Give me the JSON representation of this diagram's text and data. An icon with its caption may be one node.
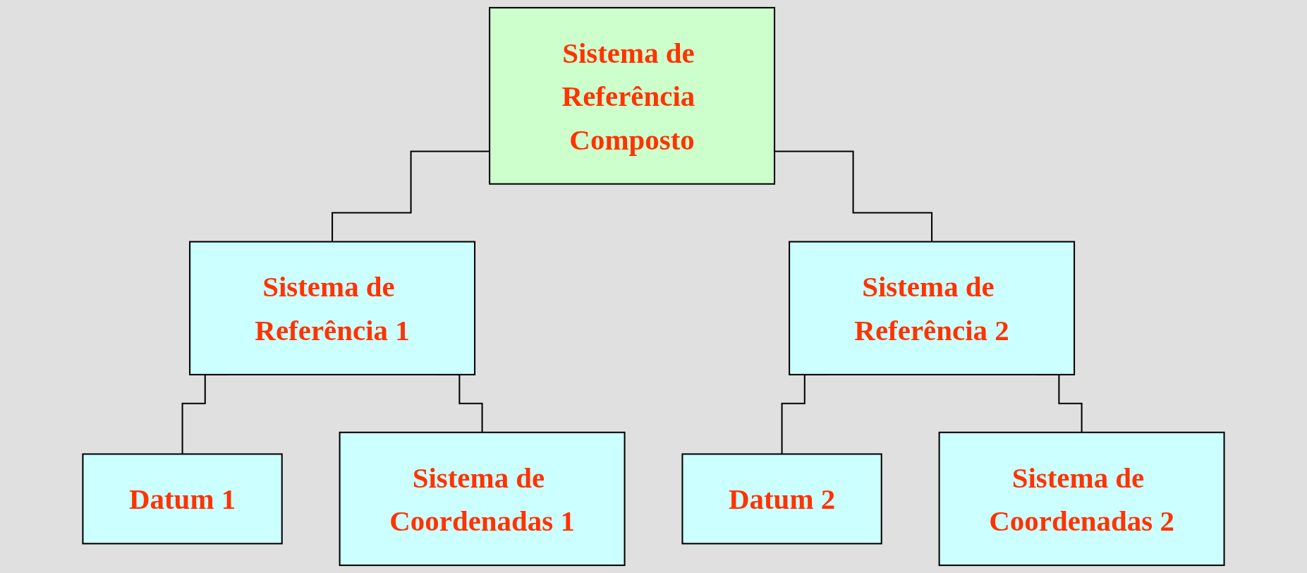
{
  "diagram": {
    "nodes": [
      {
        "text": [
          "Sistema de Referência Composto"
        ]
      },
      {
        "text": [
          "Sistema de Referência 1"
        ]
      },
      {
        "text": [
          "Sistema de Referência 2"
        ]
      },
      {
        "text": [
          "Datum 1"
        ]
      },
      {
        "text": [
          "Sistema de Coordenadas 1"
        ]
      },
      {
        "text": [
          "Datum 2"
        ]
      },
      {
        "text": [
          "Sistema de Coordenadas 2"
        ]
      }
    ],
    "edges": [
      {
        "from": 0,
        "to": 1,
        "arrow": "none"
      },
      {
        "from": 0,
        "to": 2,
        "arrow": "none"
      },
      {
        "from": 1,
        "to": 3,
        "arrow": "none"
      },
      {
        "from": 1,
        "to": 4,
        "arrow": "none"
      },
      {
        "from": 2,
        "to": 5,
        "arrow": "none"
      },
      {
        "from": 2,
        "to": 6,
        "arrow": "none"
      }
    ]
  }
}
